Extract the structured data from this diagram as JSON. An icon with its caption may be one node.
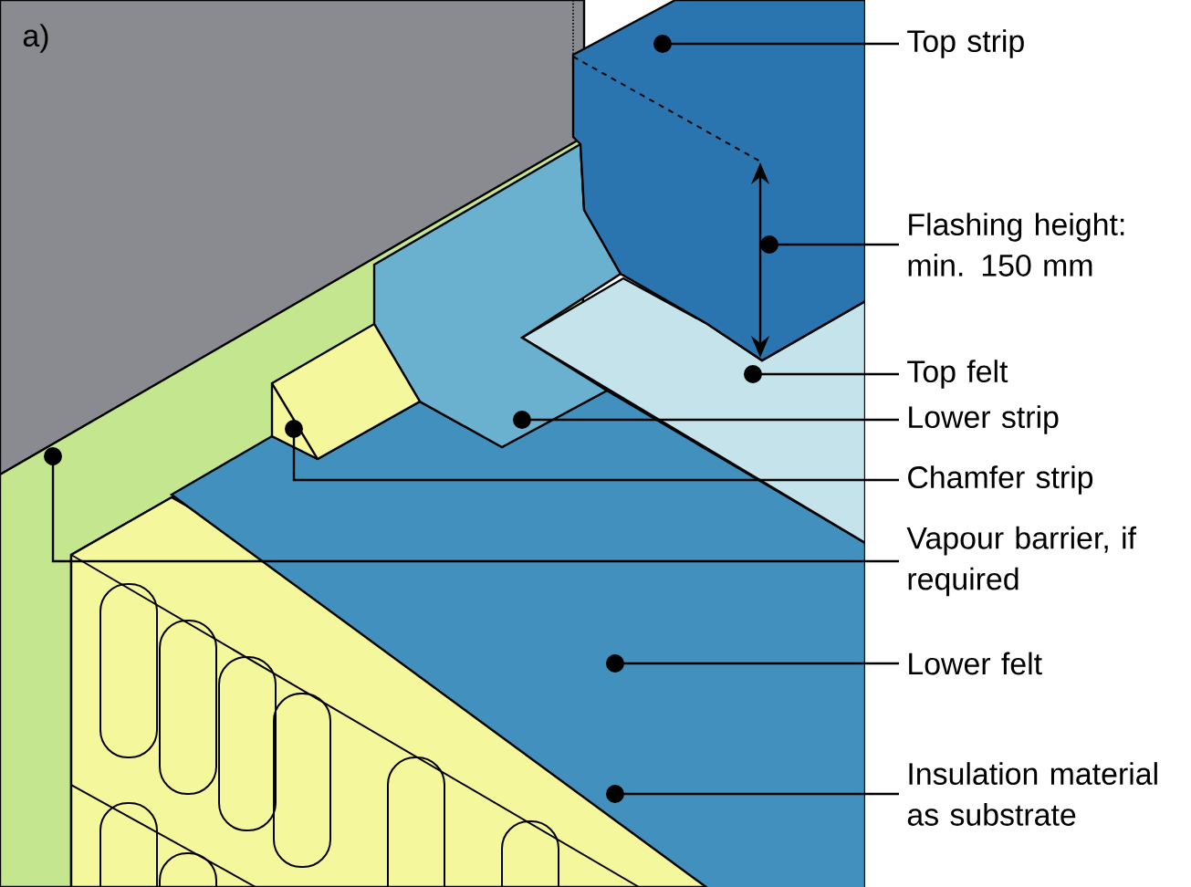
{
  "diagram": {
    "nodes": [
      {
        "text": [
          "Top strip"
        ]
      },
      {
        "text": [
          "Flashing height: min. 150 mm"
        ]
      },
      {
        "text": [
          "Top felt"
        ]
      },
      {
        "text": [
          "Lower strip"
        ]
      },
      {
        "text": [
          "Chamfer strip"
        ]
      },
      {
        "text": [
          "Vapour barrier, if required"
        ]
      },
      {
        "text": [
          "Lower felt"
        ]
      },
      {
        "text": [
          "Insulation material as substrate"
        ]
      }
    ],
    "edges": [
      {
        "from": 0,
        "to": null,
        "arrow": "other"
      },
      {
        "from": 1,
        "to": null,
        "arrow": "other"
      },
      {
        "from": 2,
        "to": null,
        "arrow": "other"
      },
      {
        "from": 3,
        "to": null,
        "arrow": "other"
      },
      {
        "from": 4,
        "to": null,
        "arrow": "other"
      },
      {
        "from": 5,
        "to": null,
        "arrow": "other"
      },
      {
        "from": 6,
        "to": null,
        "arrow": "other"
      },
      {
        "from": 7,
        "to": null,
        "arrow": "other"
      }
    ],
    "labels": [
      "a)"
    ]
  }
}
